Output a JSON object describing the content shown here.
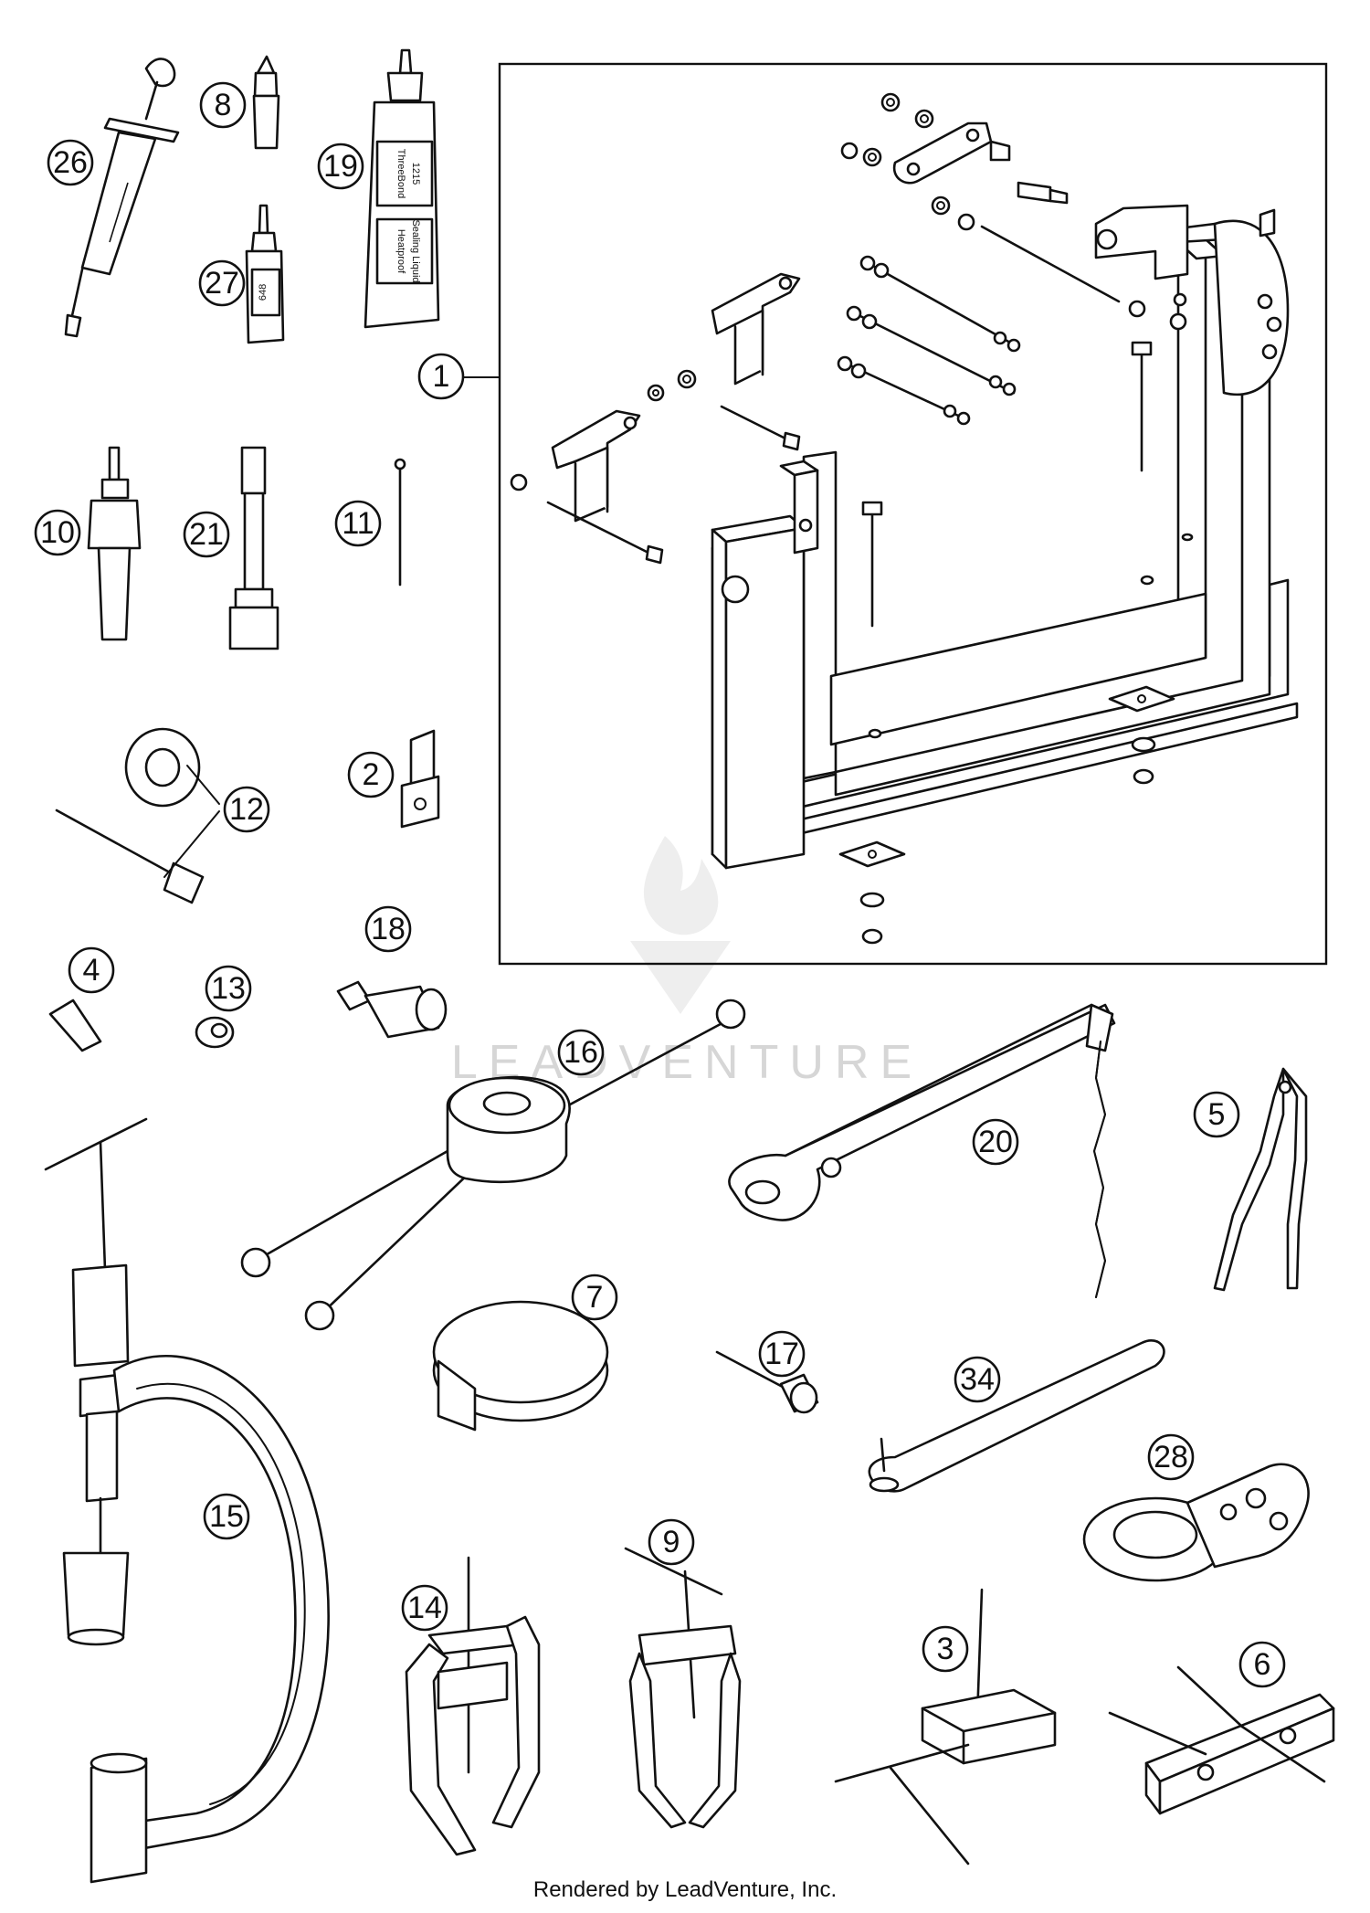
{
  "watermark": "LEADVENTURE",
  "footer": "Rendered by LeadVenture, Inc.",
  "callouts": [
    "1",
    "2",
    "3",
    "4",
    "5",
    "6",
    "7",
    "8",
    "9",
    "10",
    "11",
    "12",
    "13",
    "14",
    "15",
    "16",
    "17",
    "18",
    "19",
    "20",
    "21",
    "26",
    "27",
    "28",
    "34"
  ],
  "tube_labels": {
    "tube_19_line1": "ThreeBond",
    "tube_19_line2": "1215",
    "tube_19_line3": "Heatproof",
    "tube_19_line4": "Sealing Liquid",
    "bottle_27": "648"
  }
}
